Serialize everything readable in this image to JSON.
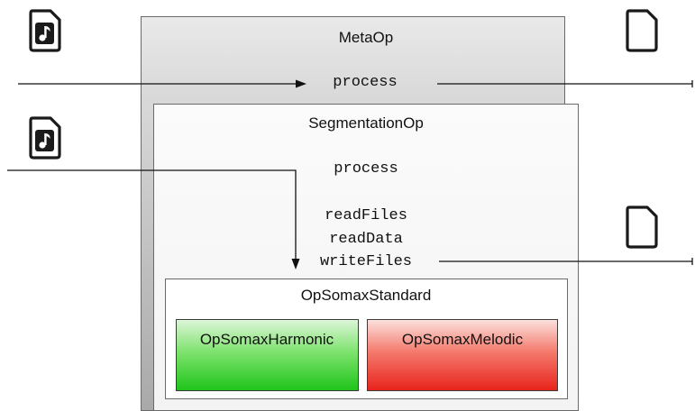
{
  "boxes": {
    "meta": "MetaOp",
    "segmentation": "SegmentationOp",
    "standard": "OpSomaxStandard",
    "harmonic": "OpSomaxHarmonic",
    "melodic": "OpSomaxMelodic"
  },
  "methods": {
    "meta_process": "process",
    "seg_process": "process",
    "read_files": "readFiles",
    "read_data": "readData",
    "write_files": "writeFiles"
  },
  "icons": {
    "input_file": "music-file-icon",
    "output_file": "file-icon"
  },
  "colors": {
    "harmonic": "#2bc624",
    "melodic": "#e8271e"
  }
}
